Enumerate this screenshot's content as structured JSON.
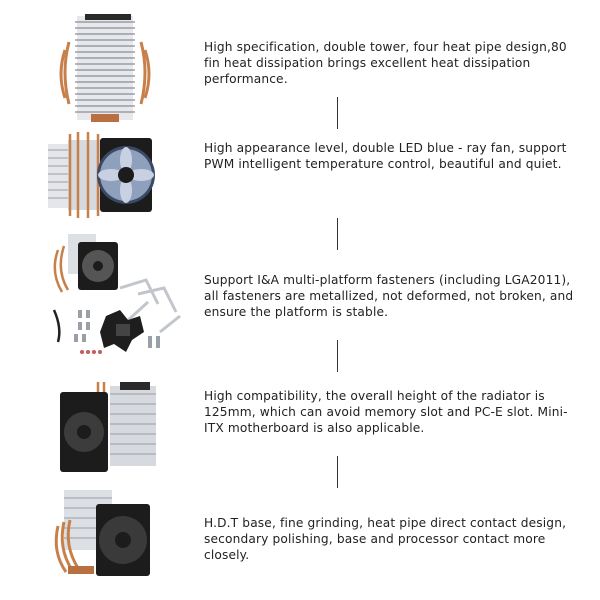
{
  "features": [
    {
      "text": "High specification, double tower, four heat pipe design,80 fin heat dissipation brings excellent heat dissipation performance."
    },
    {
      "text": "High appearance level, double LED blue - ray fan, support PWM intelligent temperature control, beautiful and quiet."
    },
    {
      "text": "Support I&A multi-platform fasteners (including LGA2011), all fasteners are metallized, not deformed, not broken, and ensure the platform is stable."
    },
    {
      "text": "High compatibility, the overall height of the radiator is 125mm, which can avoid memory slot and PC-E slot. Mini-ITX motherboard is also applicable."
    },
    {
      "text": "H.D.T base, fine grinding, heat pipe direct contact design, secondary polishing, base and processor contact more closely."
    }
  ],
  "colors": {
    "text": "#222222",
    "divider": "#333333",
    "copper": "#c8804a",
    "fin": "#c9ccd1",
    "fan": "#1c1c1c",
    "fan_blade": "#9aa4b4"
  }
}
